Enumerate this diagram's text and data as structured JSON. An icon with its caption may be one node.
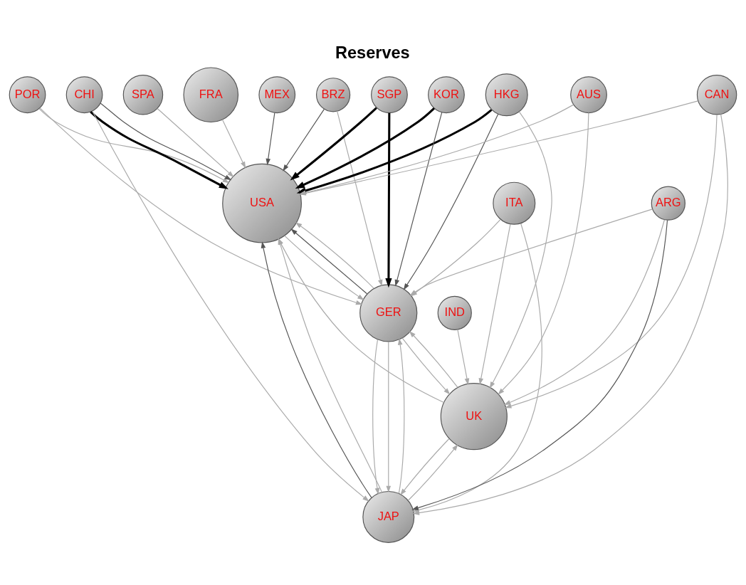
{
  "diagram": {
    "title": "Reserves",
    "nodes": [
      {
        "text": [
          "BRZ"
        ]
      },
      {
        "text": [
          "SGP"
        ]
      },
      {
        "text": [
          "HKG"
        ]
      },
      {
        "text": [
          "SPA"
        ]
      },
      {
        "text": [
          "KOR"
        ]
      },
      {
        "text": [
          "POR"
        ]
      },
      {
        "text": [
          "FRA"
        ]
      },
      {
        "text": [
          "USA"
        ]
      },
      {
        "text": [
          "CHI"
        ]
      },
      {
        "text": [
          "GER"
        ]
      },
      {
        "text": [
          "ITA"
        ]
      },
      {
        "text": [
          "JAP"
        ]
      },
      {
        "text": [
          "CAN"
        ]
      },
      {
        "text": [
          "UK"
        ]
      },
      {
        "text": [
          "ARG"
        ]
      },
      {
        "text": [
          "MEX"
        ]
      },
      {
        "text": [
          "AUS"
        ]
      },
      {
        "text": [
          "IND"
        ]
      }
    ],
    "edges": [
      {
        "from": 0,
        "to": 7,
        "arrow": "to",
        "color": "#555555"
      },
      {
        "from": 0,
        "to": 9,
        "arrow": "to"
      },
      {
        "from": 1,
        "to": 7,
        "arrow": "to",
        "style": "thick",
        "color": "#000000"
      },
      {
        "from": 1,
        "to": 9,
        "arrow": "to",
        "style": "thick",
        "color": "#000000"
      },
      {
        "from": 2,
        "to": 7,
        "arrow": "to",
        "style": "thick",
        "color": "#000000"
      },
      {
        "from": 2,
        "to": 9,
        "arrow": "to",
        "color": "#555555"
      },
      {
        "from": 2,
        "to": 13,
        "arrow": "to"
      },
      {
        "from": 4,
        "to": 7,
        "arrow": "to",
        "style": "thick",
        "color": "#000000"
      },
      {
        "from": 4,
        "to": 9,
        "arrow": "to",
        "color": "#555555"
      },
      {
        "from": 5,
        "to": 7,
        "arrow": "to"
      },
      {
        "from": 5,
        "to": 9,
        "arrow": "to"
      },
      {
        "from": 6,
        "to": 7,
        "arrow": "to"
      },
      {
        "from": 3,
        "to": 7,
        "arrow": "to"
      },
      {
        "from": 8,
        "to": 7,
        "arrow": "to",
        "style": "thick",
        "color": "#000000"
      },
      {
        "from": 8,
        "to": 7,
        "arrow": "to",
        "color": "#555555"
      },
      {
        "from": 8,
        "to": 11,
        "arrow": "to"
      },
      {
        "from": 11,
        "to": 7,
        "arrow": "to",
        "color": "#555555"
      },
      {
        "from": 11,
        "to": 7,
        "arrow": "to"
      },
      {
        "from": 12,
        "to": 7,
        "arrow": "to"
      },
      {
        "from": 12,
        "to": 11,
        "arrow": "to"
      },
      {
        "from": 12,
        "to": 13,
        "arrow": "to"
      },
      {
        "from": 14,
        "to": 11,
        "arrow": "to",
        "color": "#555555"
      },
      {
        "from": 14,
        "to": 13,
        "arrow": "to"
      },
      {
        "from": 14,
        "to": 9,
        "arrow": "to"
      },
      {
        "from": 16,
        "to": 13,
        "arrow": "to"
      },
      {
        "from": 16,
        "to": 7,
        "arrow": "to"
      },
      {
        "from": 15,
        "to": 7,
        "arrow": "to",
        "color": "#555555"
      },
      {
        "from": 17,
        "to": 13,
        "arrow": "to"
      },
      {
        "from": 10,
        "to": 9,
        "arrow": "to"
      },
      {
        "from": 10,
        "to": 11,
        "arrow": "to"
      },
      {
        "from": 10,
        "to": 13,
        "arrow": "to"
      },
      {
        "from": 9,
        "to": 7,
        "arrow": "to",
        "color": "#555555"
      },
      {
        "from": 7,
        "to": 9,
        "arrow": "to"
      },
      {
        "from": 9,
        "to": 7,
        "arrow": "to"
      },
      {
        "from": 9,
        "to": 11,
        "arrow": "to"
      },
      {
        "from": 9,
        "to": 11,
        "arrow": "to"
      },
      {
        "from": 11,
        "to": 9,
        "arrow": "to"
      },
      {
        "from": 9,
        "to": 13,
        "arrow": "to"
      },
      {
        "from": 13,
        "to": 9,
        "arrow": "to"
      },
      {
        "from": 13,
        "to": 7,
        "arrow": "to"
      },
      {
        "from": 13,
        "to": 11,
        "arrow": "to"
      },
      {
        "from": 11,
        "to": 13,
        "arrow": "to"
      }
    ]
  }
}
